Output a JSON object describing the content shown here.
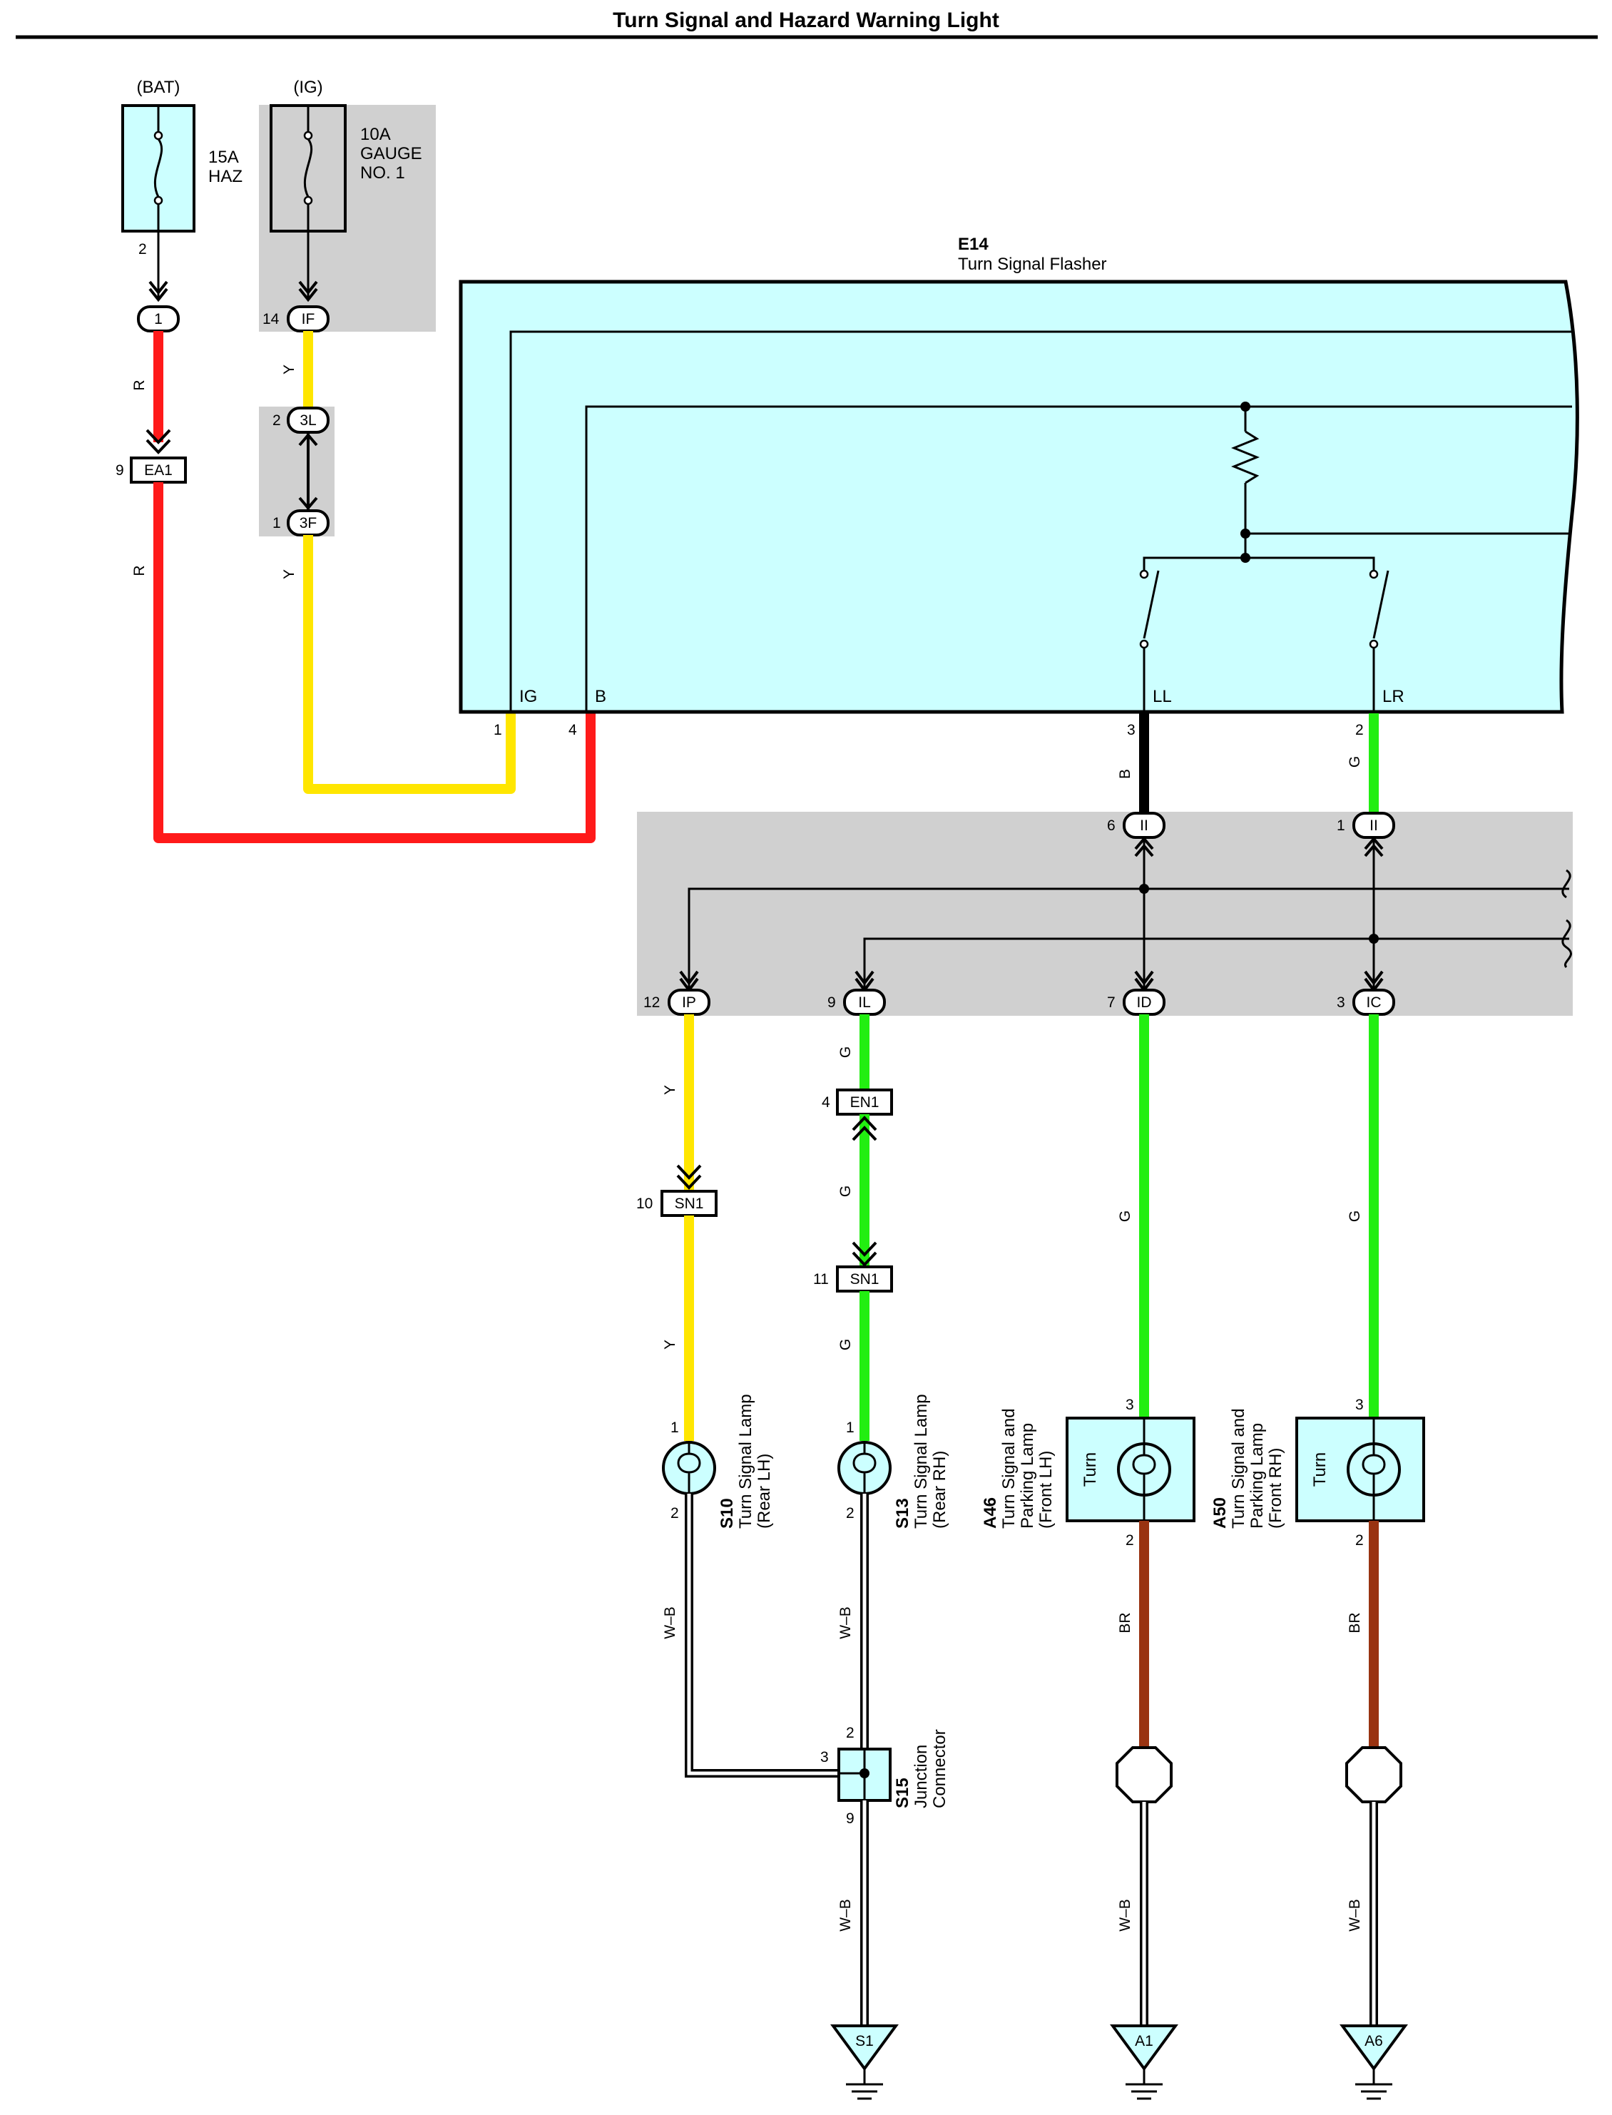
{
  "title": "Turn Signal and Hazard Warning Light",
  "colors": {
    "red": "#ff1a1a",
    "yellow": "#ffe600",
    "green": "#22ee11",
    "black": "#000000",
    "brown": "#993311",
    "component_fill": "#ccffff",
    "junction_block": "#d0d0d0"
  },
  "fuses": [
    {
      "source": "(BAT)",
      "rating": "15A",
      "name": "HAZ",
      "pin": "2"
    },
    {
      "source": "(IG)",
      "rating": "10A",
      "name": "GAUGE",
      "name2": "NO. 1"
    }
  ],
  "flasher": {
    "code": "E14",
    "name": "Turn Signal Flasher",
    "terminals": {
      "ig": "IG",
      "b": "B",
      "ll": "LL",
      "lr": "LR"
    },
    "pins": {
      "ig": "1",
      "b": "4",
      "ll": "3",
      "lr": "2"
    }
  },
  "connectors": {
    "c1": {
      "id": "1"
    },
    "if": {
      "id": "IF",
      "pin": "14"
    },
    "l3": {
      "id": "3L",
      "pin": "2"
    },
    "f3": {
      "id": "3F",
      "pin": "1"
    },
    "ea1": {
      "id": "EA1",
      "pin": "9"
    },
    "ii6": {
      "id": "II",
      "pin": "6"
    },
    "ii1": {
      "id": "II",
      "pin": "1"
    },
    "ip": {
      "id": "IP",
      "pin": "12"
    },
    "il": {
      "id": "IL",
      "pin": "9"
    },
    "id": {
      "id": "ID",
      "pin": "7"
    },
    "ic": {
      "id": "IC",
      "pin": "3"
    },
    "en1": {
      "id": "EN1",
      "pin": "4"
    },
    "sn1a": {
      "id": "SN1",
      "pin": "10"
    },
    "sn1b": {
      "id": "SN1",
      "pin": "11"
    }
  },
  "wire_colors": {
    "r": "R",
    "y": "Y",
    "b": "B",
    "g": "G",
    "br": "BR",
    "wb": "W–B"
  },
  "lamps": {
    "s10": {
      "code": "S10",
      "line1": "Turn Signal Lamp",
      "line2": "(Rear LH)",
      "pin_top": "1",
      "pin_bot": "2"
    },
    "s13": {
      "code": "S13",
      "line1": "Turn Signal Lamp",
      "line2": "(Rear RH)",
      "pin_top": "1",
      "pin_bot": "2"
    },
    "a46": {
      "code": "A46",
      "line1": "Turn Signal and",
      "line2": "Parking Lamp",
      "line3": "(Front LH)",
      "inner": "Turn",
      "pin_top": "3",
      "pin_bot": "2"
    },
    "a50": {
      "code": "A50",
      "line1": "Turn Signal and",
      "line2": "Parking Lamp",
      "line3": "(Front RH)",
      "inner": "Turn",
      "pin_top": "3",
      "pin_bot": "2"
    }
  },
  "junction": {
    "code": "S15",
    "line1": "Junction",
    "line2": "Connector",
    "pin_top": "2",
    "pin_side": "3",
    "pin_bot": "9"
  },
  "grounds": {
    "s1": "S1",
    "a1": "A1",
    "a6": "A6"
  }
}
